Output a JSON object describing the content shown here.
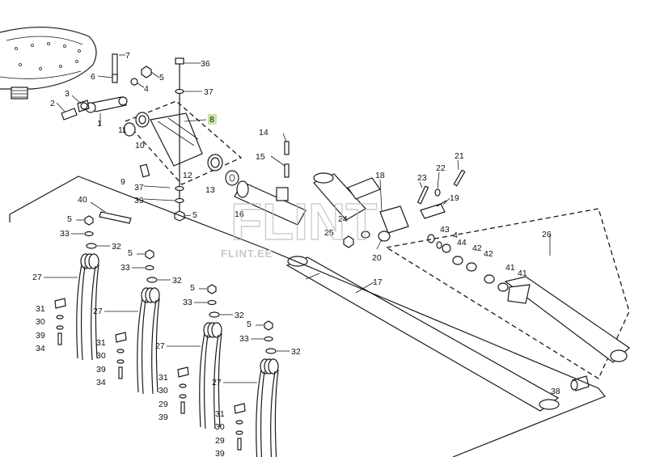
{
  "watermark": {
    "main": "FLINT",
    "sub": "FLINT.EE"
  },
  "callouts": {
    "c1": "1",
    "c2": "2",
    "c3": "3",
    "c4": "4",
    "c5": "5",
    "c6": "6",
    "c7": "7",
    "c8": "8",
    "c9": "9",
    "c10": "10",
    "c11": "11",
    "c12": "12",
    "c13": "13",
    "c14": "14",
    "c15": "15",
    "c16": "16",
    "c17": "17",
    "c18": "18",
    "c19": "19",
    "c20": "20",
    "c21": "21",
    "c22": "22",
    "c23": "23",
    "c24": "24",
    "c25": "25",
    "c26": "26",
    "c27": "27",
    "c29": "29",
    "c30": "30",
    "c31": "31",
    "c32": "32",
    "c33": "33",
    "c34": "34",
    "c36": "36",
    "c37": "37",
    "c38": "38",
    "c39": "39",
    "c40": "40",
    "c41": "41",
    "c42": "42",
    "c43": "43",
    "c44": "44"
  },
  "highlight_color": "#c7e7a6"
}
